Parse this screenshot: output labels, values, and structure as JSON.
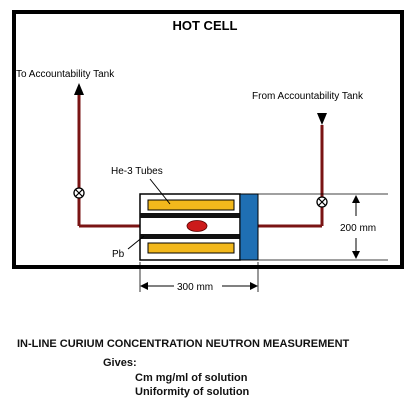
{
  "cell": {
    "title": "HOT CELL"
  },
  "labels": {
    "to_tank": "To Accountability Tank",
    "from_tank": "From Accountability Tank",
    "he3_tubes": "He-3 Tubes",
    "pb": "Pb",
    "dim_height": "200 mm",
    "dim_width": "300 mm"
  },
  "caption": {
    "title": "IN-LINE CURIUM CONCENTRATION NEUTRON MEASUREMENT",
    "gives_label": "Gives:",
    "results": [
      "Cm mg/ml of solution",
      "Uniformity of solution"
    ]
  },
  "colors": {
    "pipe": "#7a1414",
    "he3_tube": "#f2b81c",
    "lead_bar": "#111111",
    "moderator_end": "#1f6fb3",
    "sample_cell": "#cc1a1a",
    "frame": "#000000"
  }
}
